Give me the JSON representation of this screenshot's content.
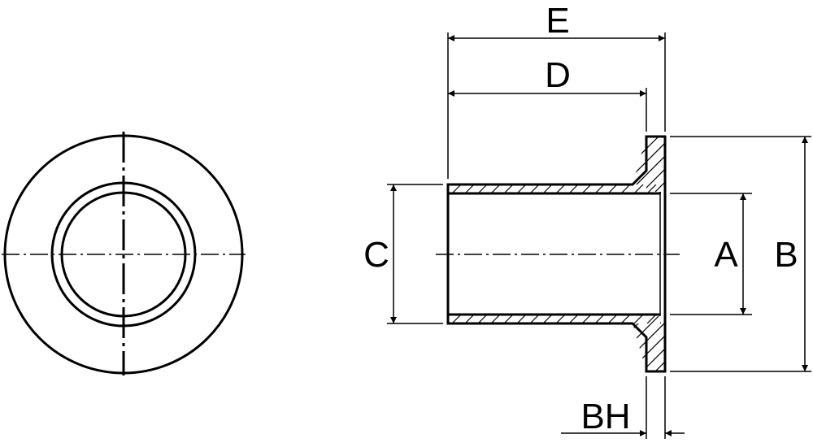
{
  "drawing": {
    "labels": {
      "E": "E",
      "D": "D",
      "C": "C",
      "A": "A",
      "B": "B",
      "BH": "BH"
    },
    "colors": {
      "line": "#000000",
      "background": "#ffffff"
    }
  }
}
